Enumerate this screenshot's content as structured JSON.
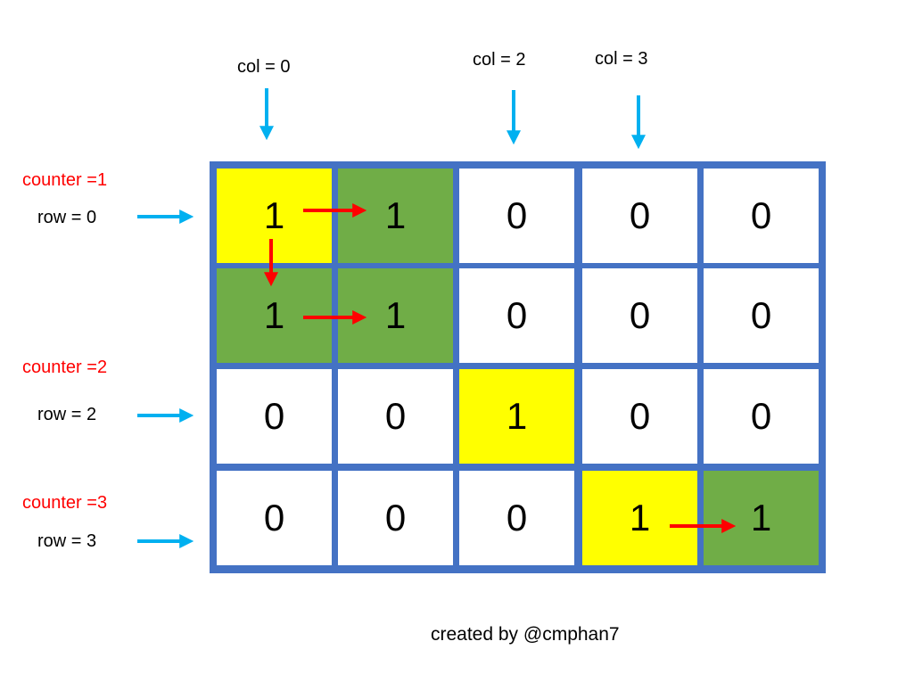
{
  "col_labels": [
    "col = 0",
    "col = 2",
    "col = 3"
  ],
  "row_labels": [
    "row = 0",
    "row = 2",
    "row = 3"
  ],
  "counters": [
    "counter =1",
    "counter =2",
    "counter =3"
  ],
  "grid": [
    [
      "1",
      "1",
      "0",
      "0",
      "0"
    ],
    [
      "1",
      "1",
      "0",
      "0",
      "0"
    ],
    [
      "0",
      "0",
      "1",
      "0",
      "0"
    ],
    [
      "0",
      "0",
      "0",
      "1",
      "1"
    ]
  ],
  "highlights": [
    [
      "yellow",
      "green",
      "white",
      "white",
      "white"
    ],
    [
      "green",
      "green",
      "white",
      "white",
      "white"
    ],
    [
      "white",
      "white",
      "yellow",
      "white",
      "white"
    ],
    [
      "white",
      "white",
      "white",
      "yellow",
      "green"
    ]
  ],
  "colors": {
    "yellow": "#ffff00",
    "green": "#70ad47",
    "white": "#ffffff",
    "grid_border": "#4472c4",
    "pointer_arrow": "#00b0f0",
    "traversal_arrow": "#ff0000",
    "counter_text": "#ff0000"
  },
  "credit": "created by @cmphan7"
}
